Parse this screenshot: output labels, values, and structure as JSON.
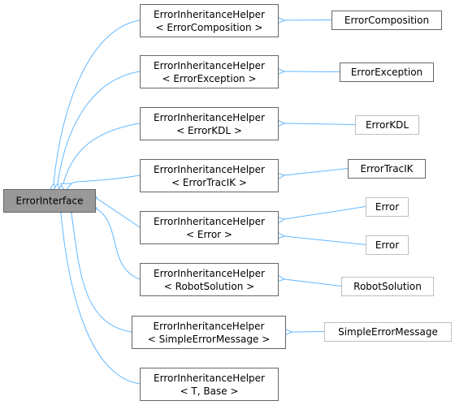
{
  "diagram": {
    "base": {
      "label": "ErrorInterface"
    },
    "helpers": [
      {
        "line1": "ErrorInheritanceHelper",
        "line2": "< ErrorComposition >"
      },
      {
        "line1": "ErrorInheritanceHelper",
        "line2": "< ErrorException >"
      },
      {
        "line1": "ErrorInheritanceHelper",
        "line2": "< ErrorKDL >"
      },
      {
        "line1": "ErrorInheritanceHelper",
        "line2": "< ErrorTracIK >"
      },
      {
        "line1": "ErrorInheritanceHelper",
        "line2": "< Error >"
      },
      {
        "line1": "ErrorInheritanceHelper",
        "line2": "< RobotSolution >"
      },
      {
        "line1": "ErrorInheritanceHelper",
        "line2": "< SimpleErrorMessage >"
      },
      {
        "line1": "ErrorInheritanceHelper",
        "line2": "< T, Base >"
      }
    ],
    "derived": [
      {
        "label": "ErrorComposition",
        "documented": true
      },
      {
        "label": "ErrorException",
        "documented": true
      },
      {
        "label": "ErrorKDL",
        "documented": false
      },
      {
        "label": "ErrorTracIK",
        "documented": true
      },
      {
        "label": "Error",
        "documented": false
      },
      {
        "label": "Error",
        "documented": false
      },
      {
        "label": "RobotSolution",
        "documented": false
      },
      {
        "label": "SimpleErrorMessage",
        "documented": false
      }
    ],
    "colors": {
      "edge": "#63b8ff",
      "base_fill": "#999999",
      "base_border": "#666666",
      "documented_border": "#666666",
      "undocumented_border": "#bfbfbf",
      "node_fill": "#ffffff"
    }
  }
}
